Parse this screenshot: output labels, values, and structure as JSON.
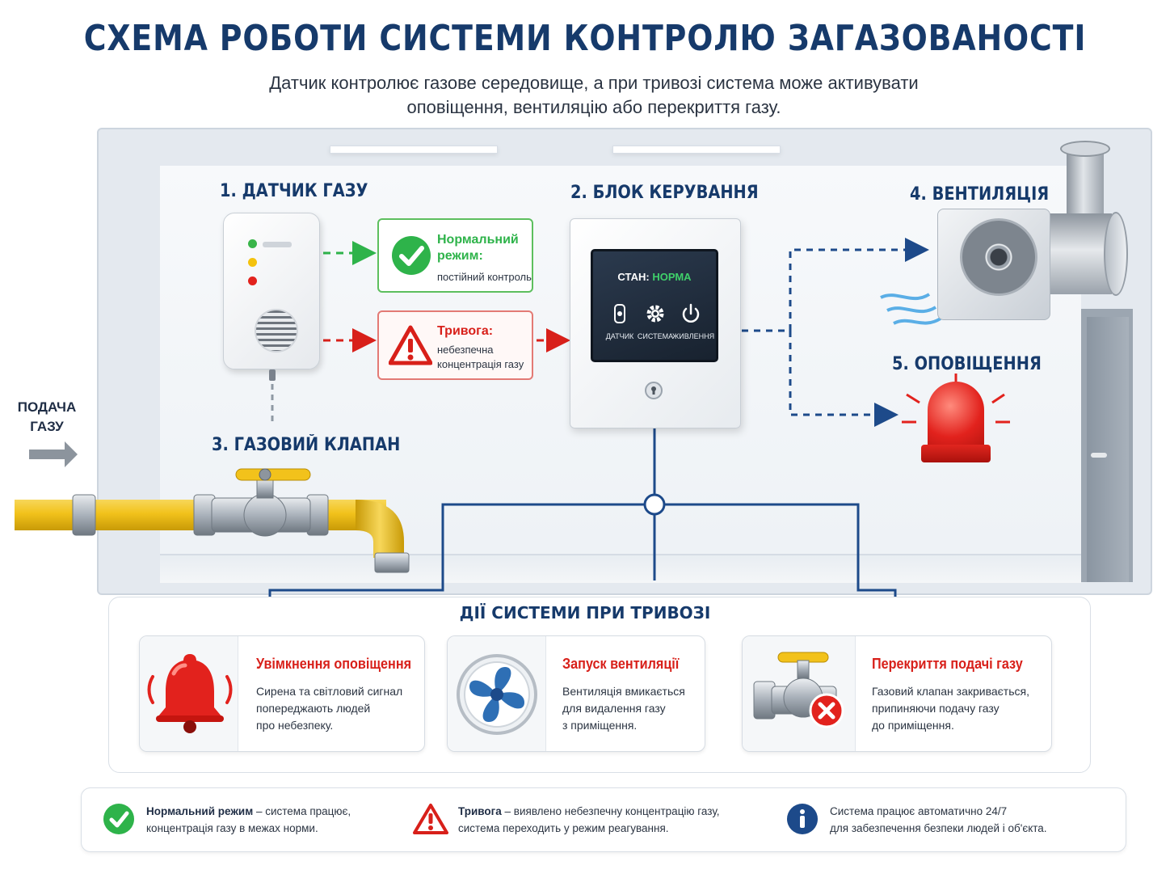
{
  "title": "СХЕМА РОБОТИ СИСТЕМИ КОНТРОЛЮ ЗАГАЗОВАНОСТІ",
  "subtitle_line1": "Датчик контролює газове середовище, а при тривозі система може активувати",
  "subtitle_line2": "оповіщення, вентиляцію або перекриття газу.",
  "sections": {
    "sensor": "1. ДАТЧИК ГАЗУ",
    "control": "2. БЛОК КЕРУВАННЯ",
    "valve": "3. ГАЗОВИЙ КЛАПАН",
    "ventilation": "4. ВЕНТИЛЯЦІЯ",
    "alert": "5. ОПОВІЩЕННЯ"
  },
  "normal_box": {
    "title_line1": "Нормальний",
    "title_line2": "режим:",
    "text": "постійний контроль"
  },
  "alarm_box": {
    "title": "Тривога:",
    "text_line1": "небезпечна",
    "text_line2": "концентрація газу"
  },
  "screen": {
    "state_label": "СТАН:",
    "state_value": "НОРМА",
    "btn_sensor": "ДАТЧИК",
    "btn_system": "СИСТЕМА",
    "btn_power": "ЖИВЛЕННЯ"
  },
  "gas_supply": {
    "line1": "ПОДАЧА",
    "line2": "ГАЗУ"
  },
  "actions": {
    "title": "ДІЇ СИСТЕМИ ПРИ ТРИВОЗІ",
    "cards": [
      {
        "icon": "bell-icon",
        "title": "Увімкнення оповіщення",
        "lines": [
          "Сирена та світловий сигнал",
          "попереджають людей",
          "про небезпеку."
        ]
      },
      {
        "icon": "fan-icon",
        "title": "Запуск вентиляції",
        "lines": [
          "Вентиляція вмикається",
          "для видалення газу",
          "з приміщення."
        ]
      },
      {
        "icon": "valve-closed-icon",
        "title": "Перекриття подачі газу",
        "lines": [
          "Газовий клапан закривається,",
          "припиняючи подачу газу",
          "до приміщення."
        ]
      }
    ]
  },
  "legend": {
    "normal_bold": "Нормальний режим",
    "normal_rest": " – система працює,",
    "normal_line2": "концентрація газу в межах норми.",
    "alarm_bold": "Тривога",
    "alarm_rest": " – виявлено небезпечну концентрацію газу,",
    "alarm_line2": "система переходить у режим реагування.",
    "info_line1": "Система працює автоматично 24/7",
    "info_line2": "для забезпечення безпеки людей і об'єкта."
  },
  "colors": {
    "title_blue": "#163a6b",
    "green": "#2eb34a",
    "red": "#d8201a",
    "line_blue": "#1d4a8a",
    "pipe_yellow": "#f2c21b"
  }
}
